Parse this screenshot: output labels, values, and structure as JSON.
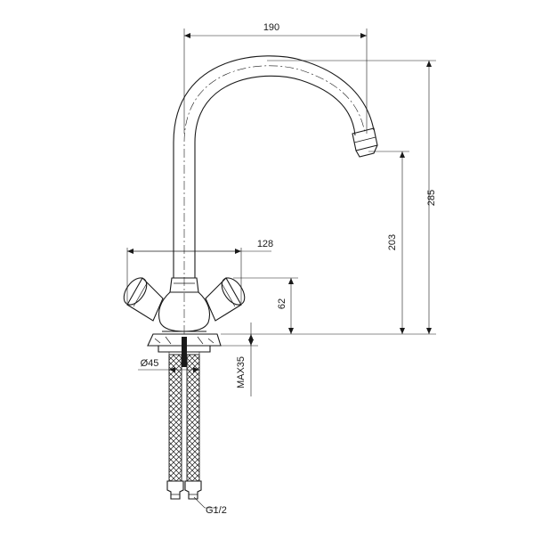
{
  "drawing": {
    "dimensions": {
      "spout_reach": "190",
      "total_height": "285",
      "spout_outlet_height": "203",
      "handle_span": "128",
      "handle_height": "62",
      "base_diameter": "Ø45",
      "max_counter_thickness": "MAX35",
      "connection_thread": "G1/2"
    }
  }
}
